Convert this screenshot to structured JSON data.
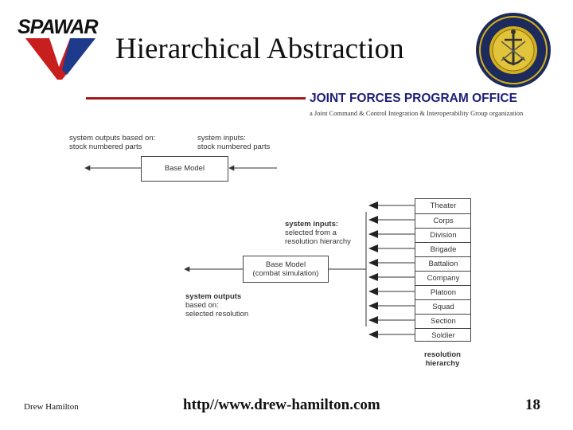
{
  "header": {
    "title": "Hierarchical Abstraction",
    "logo_text": "SPAWAR",
    "office_name": "JOINT FORCES PROGRAM OFFICE",
    "office_subtitle": "a Joint Command & Control Integration & Interoperability Group organization",
    "seal_icon": "program-office-seal-icon",
    "colors": {
      "rule_red": "#a01c1c",
      "logo_red": "#c81e1e",
      "logo_blue": "#1e3a8a",
      "seal_gold": "#d4b020",
      "seal_navy": "#1c2a5c",
      "office_blue": "#1e1e7a"
    }
  },
  "diagram_top": {
    "outputs_label": [
      "system outputs based on:",
      "stock numbered parts"
    ],
    "inputs_label": [
      "system inputs:",
      "stock numbered parts"
    ],
    "model_label": "Base Model"
  },
  "diagram_bottom": {
    "inputs_label_bold": "system inputs:",
    "inputs_label": [
      "selected from a",
      "resolution hierarchy"
    ],
    "model_label": [
      "Base Model",
      "(combat simulation)"
    ],
    "outputs_label_bold": "system outputs",
    "outputs_label": [
      "based on:",
      "selected resolution"
    ],
    "hierarchy": [
      "Theater",
      "Corps",
      "Division",
      "Brigade",
      "Battalion",
      "Company",
      "Platoon",
      "Squad",
      "Section",
      "Soldier"
    ],
    "hierarchy_caption": [
      "resolution",
      "hierarchy"
    ]
  },
  "footer": {
    "author": "Drew Hamilton",
    "url": "http//www.drew-hamilton.com",
    "page_number": "18"
  }
}
